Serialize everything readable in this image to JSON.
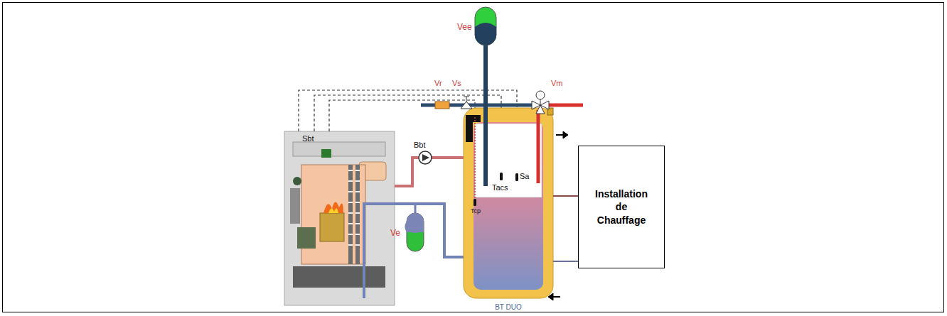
{
  "diagram": {
    "nodes": [
      {
        "text": [
          "BT DUO"
        ]
      },
      {
        "text": [
          "Installation de Chauffage"
        ]
      }
    ],
    "edges": [
      {
        "from": 0,
        "to": 1,
        "arrow": "none"
      },
      {
        "from": 1,
        "to": 0,
        "arrow": "none"
      }
    ],
    "labels": [
      "Vee",
      "Vr",
      "Vs",
      "Vm",
      "Sbt",
      "Bbt",
      "Tacs",
      "Sa",
      "Tcp",
      "Ve"
    ]
  }
}
